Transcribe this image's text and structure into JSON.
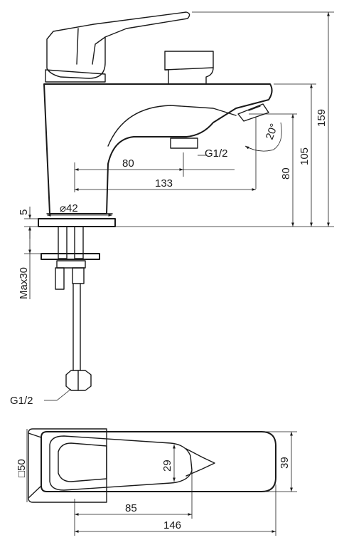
{
  "labels": {
    "h159": "159",
    "h105": "105",
    "h80v": "80",
    "angle20": "20°",
    "g12_spout": "G1/2",
    "d80": "80",
    "d133": "133",
    "phi42": "⌀42",
    "t5": "5",
    "max30": "Max30",
    "g12_hose": "G1/2",
    "sq50": "□50",
    "w29": "29",
    "w39": "39",
    "l85": "85",
    "l146": "146"
  }
}
